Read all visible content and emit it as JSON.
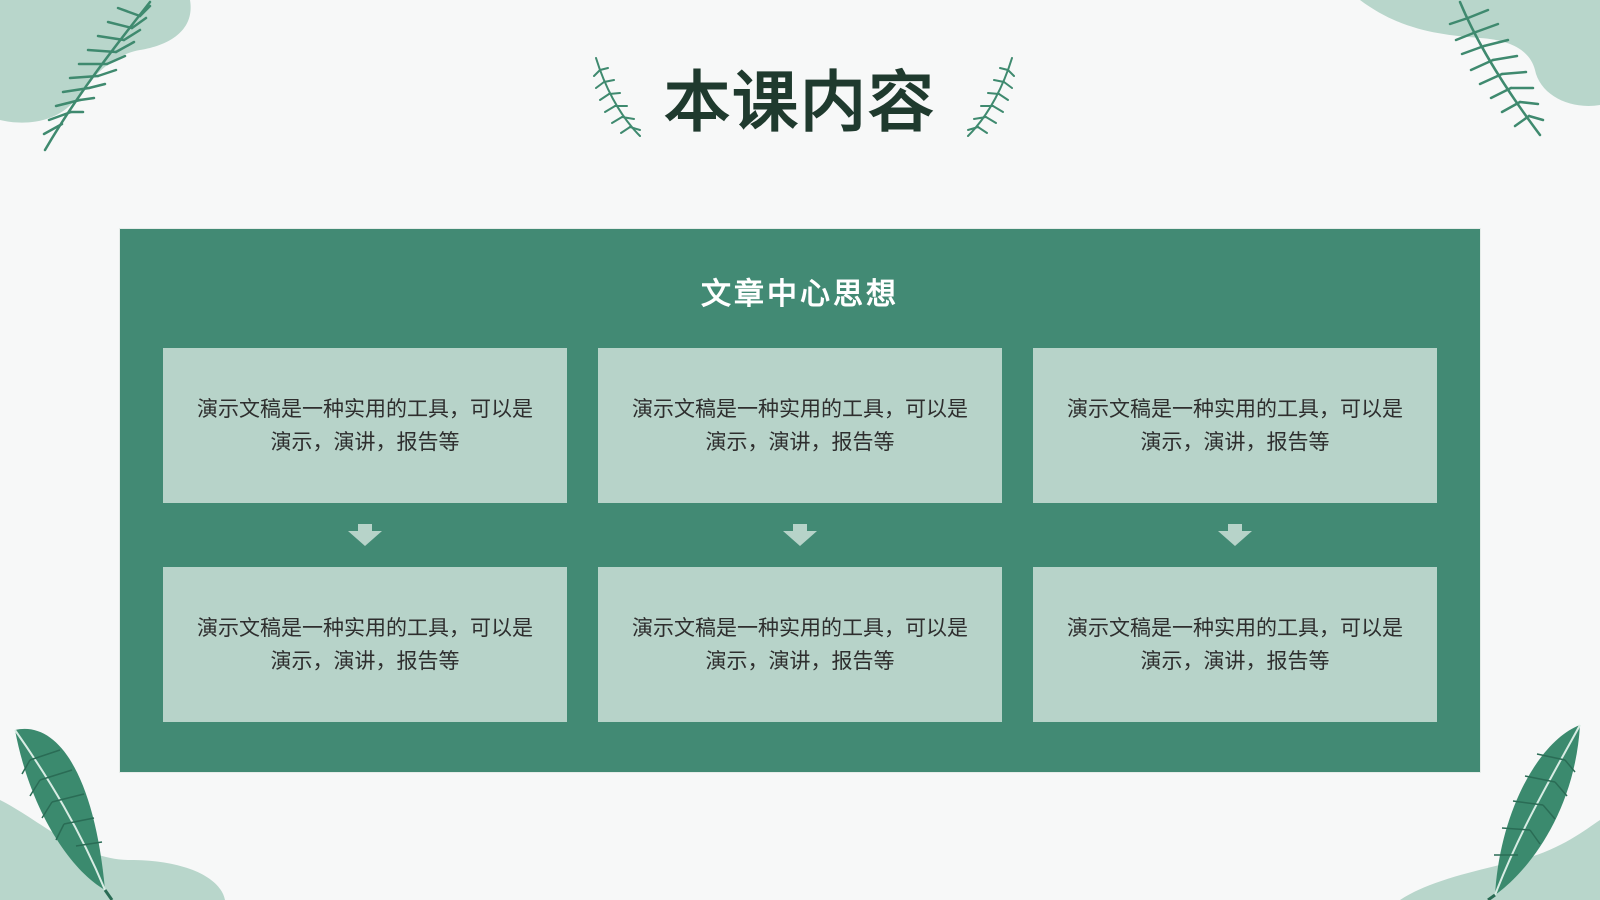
{
  "title": "本课内容",
  "panel": {
    "title": "文章中心思想",
    "cards": [
      {
        "text": "演示文稿是一种实用的工具，可以是演示，演讲，报告等"
      },
      {
        "text": "演示文稿是一种实用的工具，可以是演示，演讲，报告等"
      },
      {
        "text": "演示文稿是一种实用的工具，可以是演示，演讲，报告等"
      },
      {
        "text": "演示文稿是一种实用的工具，可以是演示，演讲，报告等"
      },
      {
        "text": "演示文稿是一种实用的工具，可以是演示，演讲，报告等"
      },
      {
        "text": "演示文稿是一种实用的工具，可以是演示，演讲，报告等"
      }
    ]
  },
  "icons": {
    "title_left": "fern-sprig-icon",
    "title_right": "fern-sprig-icon",
    "corner_top_left": "palm-leaf-icon",
    "corner_top_right": "palm-leaf-icon",
    "corner_bottom_left": "banana-leaf-icon",
    "corner_bottom_right": "banana-leaf-icon",
    "flow_arrow": "arrow-down-icon"
  },
  "colors": {
    "background": "#f7f8f8",
    "panel": "#428a74",
    "card": "#b7d3c9",
    "title": "#1f3a2e",
    "leaf_dark": "#2f7a61",
    "leaf_light": "#b8d6cb"
  }
}
